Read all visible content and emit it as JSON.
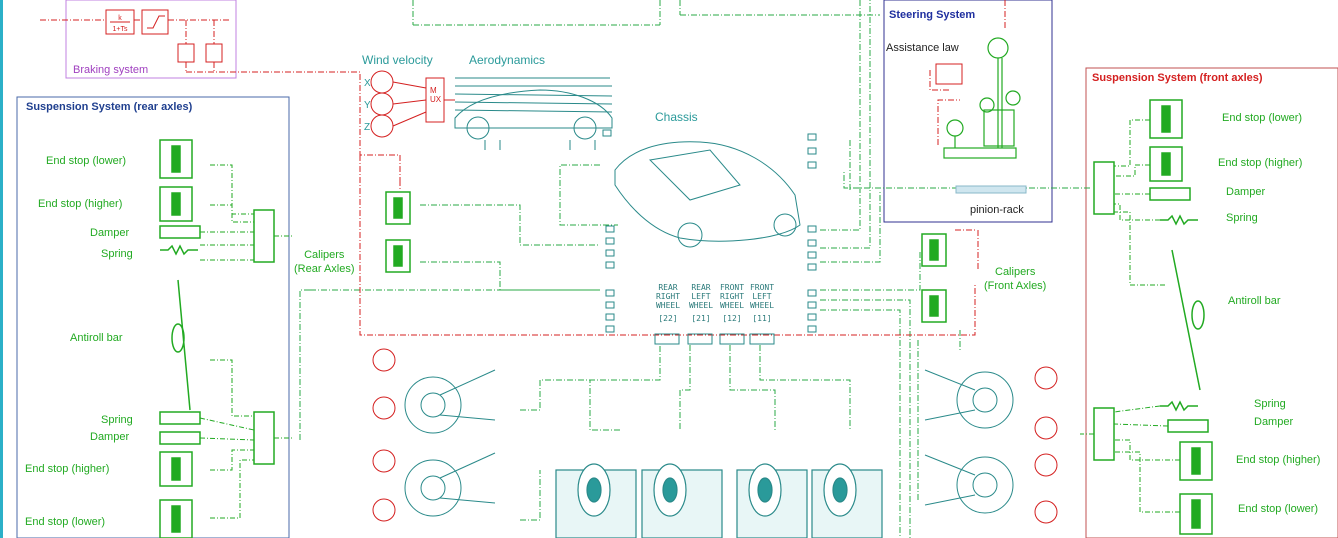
{
  "panels": {
    "braking": "Braking system",
    "suspension_rear": "Suspension System (rear axles)",
    "suspension_front": "Suspension System (front axles)",
    "steering": "Steering System"
  },
  "labels": {
    "wind_velocity": "Wind velocity",
    "aerodynamics": "Aerodynamics",
    "chassis": "Chassis",
    "assistance_law": "Assistance law",
    "pinion_rack": "pinion-rack",
    "calipers_rear": "Calipers\n(Rear Axles)",
    "calipers_front": "Calipers\n(Front Axles)",
    "mux": "MUX"
  },
  "rear_components": {
    "end_stop_lower_top": "End stop (lower)",
    "end_stop_higher_top": "End stop (higher)",
    "damper_top": "Damper",
    "spring_top": "Spring",
    "antiroll_bar": "Antiroll bar",
    "spring_bottom": "Spring",
    "damper_bottom": "Damper",
    "end_stop_higher_bottom": "End stop (higher)",
    "end_stop_lower_bottom": "End stop (lower)"
  },
  "front_components": {
    "end_stop_lower_top": "End stop (lower)",
    "end_stop_higher_top": "End stop (higher)",
    "damper_top": "Damper",
    "spring_top": "Spring",
    "antiroll_bar": "Antiroll bar",
    "spring_bottom": "Spring",
    "damper_bottom": "Damper",
    "end_stop_higher_bottom": "End stop (higher)",
    "end_stop_lower_bottom": "End stop (lower)"
  },
  "wheels": [
    {
      "name": "REAR\nRIGHT\nWHEEL",
      "id": "[22]"
    },
    {
      "name": "REAR\nLEFT\nWHEEL",
      "id": "[21]"
    },
    {
      "name": "FRONT\nRIGHT\nWHEEL",
      "id": "[12]"
    },
    {
      "name": "FRONT\nLEFT\nWHEEL",
      "id": "[11]"
    }
  ],
  "colors": {
    "green": "#22aa22",
    "teal": "#2a9a9a",
    "red": "#d42020",
    "blue": "#1f3f8f",
    "purple": "#a040c0"
  }
}
